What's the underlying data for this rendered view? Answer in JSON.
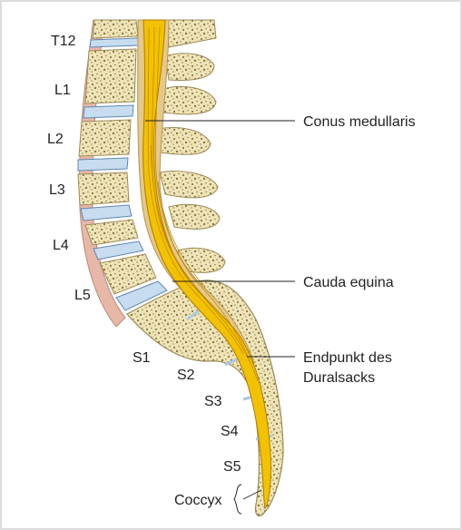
{
  "vertebrae_labels": [
    "T12",
    "L1",
    "L2",
    "L3",
    "L4",
    "L5"
  ],
  "sacral_labels": [
    "S1",
    "S2",
    "S3",
    "S4",
    "S5"
  ],
  "coccyx_label": "Coccyx",
  "annotations": {
    "conus": "Conus medullaris",
    "cauda": "Cauda equina",
    "dural_line1": "Endpunkt des",
    "dural_line2": "Duralsacks"
  },
  "colors": {
    "bone": "#efe4b8",
    "bone_outline": "#9a8a55",
    "bone_speckle": "#8a7a45",
    "disc": "#c8dcef",
    "disc_outline": "#5f87b2",
    "pink_canal": "#e7b7a7",
    "cord": "#f2c200",
    "cord_outline": "#b07a00",
    "dural": "#e4c98a"
  }
}
